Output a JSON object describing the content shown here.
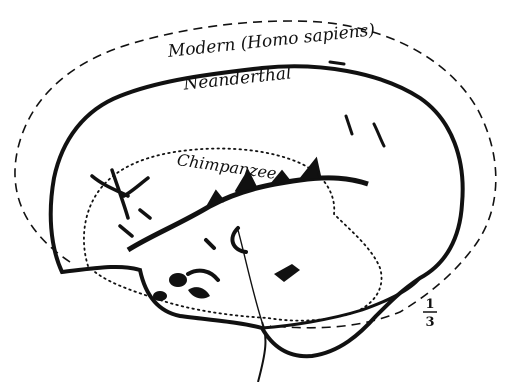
{
  "labels": {
    "modern": "Modern (Homo sapiens)",
    "neanderthal": "Neanderthal",
    "chimpanzee": "Chimpanzee"
  },
  "scale": {
    "numerator": "1",
    "denominator": "3"
  },
  "colors": {
    "ink": "#111111",
    "background": "#ffffff"
  }
}
